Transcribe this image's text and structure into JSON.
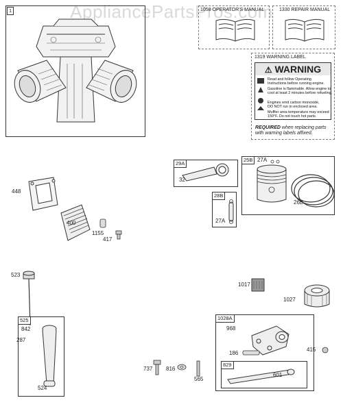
{
  "watermark": "AppliancePartsPros.com",
  "panels": {
    "main_tag": "1",
    "operators_manual": "1058 OPERATOR'S MANUAL",
    "repair_manual": "1330 REPAIR MANUAL",
    "warning_label_title": "1319 WARNING LABEL"
  },
  "warning_label": {
    "heading": "WARNING",
    "lines": [
      "Read and follow Operating",
      "Instructions before running engine.",
      "Gasoline is flammable. Allow engine to",
      "cool at least 2 minutes before refueling.",
      "Engines emit carbon monoxide,",
      "DO NOT run in enclosed area.",
      "Muffler area temperature may exceed",
      "150°F. Do not touch hot parts."
    ],
    "required_bold": "REQUIRED",
    "required_rest": " when replacing parts with warning labels affixed."
  },
  "parts": {
    "p1330": "1330",
    "p448": "448",
    "p400": "400",
    "p1155": "1155",
    "p417": "417",
    "p29A": "29A",
    "p32": "32",
    "p28B": "28B",
    "p27A_rod": "27A",
    "p25B": "25B",
    "p27A_piston": "27A",
    "p26B": "26B",
    "p523": "523",
    "p525": "525",
    "p842": "842",
    "p287": "287",
    "p524": "524",
    "p1017": "1017",
    "p1027": "1027",
    "p1028A": "1028A",
    "p968": "968",
    "p186": "186",
    "p829": "829",
    "p601": "601",
    "p415": "415",
    "p737": "737",
    "p816": "816",
    "p565": "565"
  }
}
